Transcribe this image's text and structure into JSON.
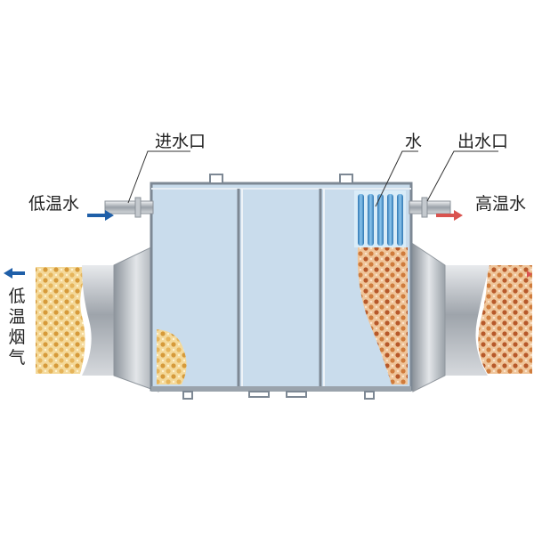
{
  "labels": {
    "inlet": "进水口",
    "water": "水",
    "outlet": "出水口",
    "low_temp_water": "低温水",
    "high_temp_water": "高温水",
    "low_temp_flue_gas": "低温烟气"
  },
  "colors": {
    "background": "#ffffff",
    "vessel_fill": "#c9dcec",
    "vessel_frame": "#7d8894",
    "pipe": "#a9b0b8",
    "duct_metal": "#b7bcc2",
    "arrow_blue": "#1f5fa8",
    "arrow_red": "#d9534f",
    "cold_particles": "#e0ad4f",
    "hot_particles": "#c8733a",
    "tube_bundle": "#3f8fc8"
  },
  "icons": {
    "inlet_arrow": "arrow-right-icon",
    "outlet_arrow": "arrow-right-icon",
    "flue_out_arrow": "arrow-left-icon"
  }
}
